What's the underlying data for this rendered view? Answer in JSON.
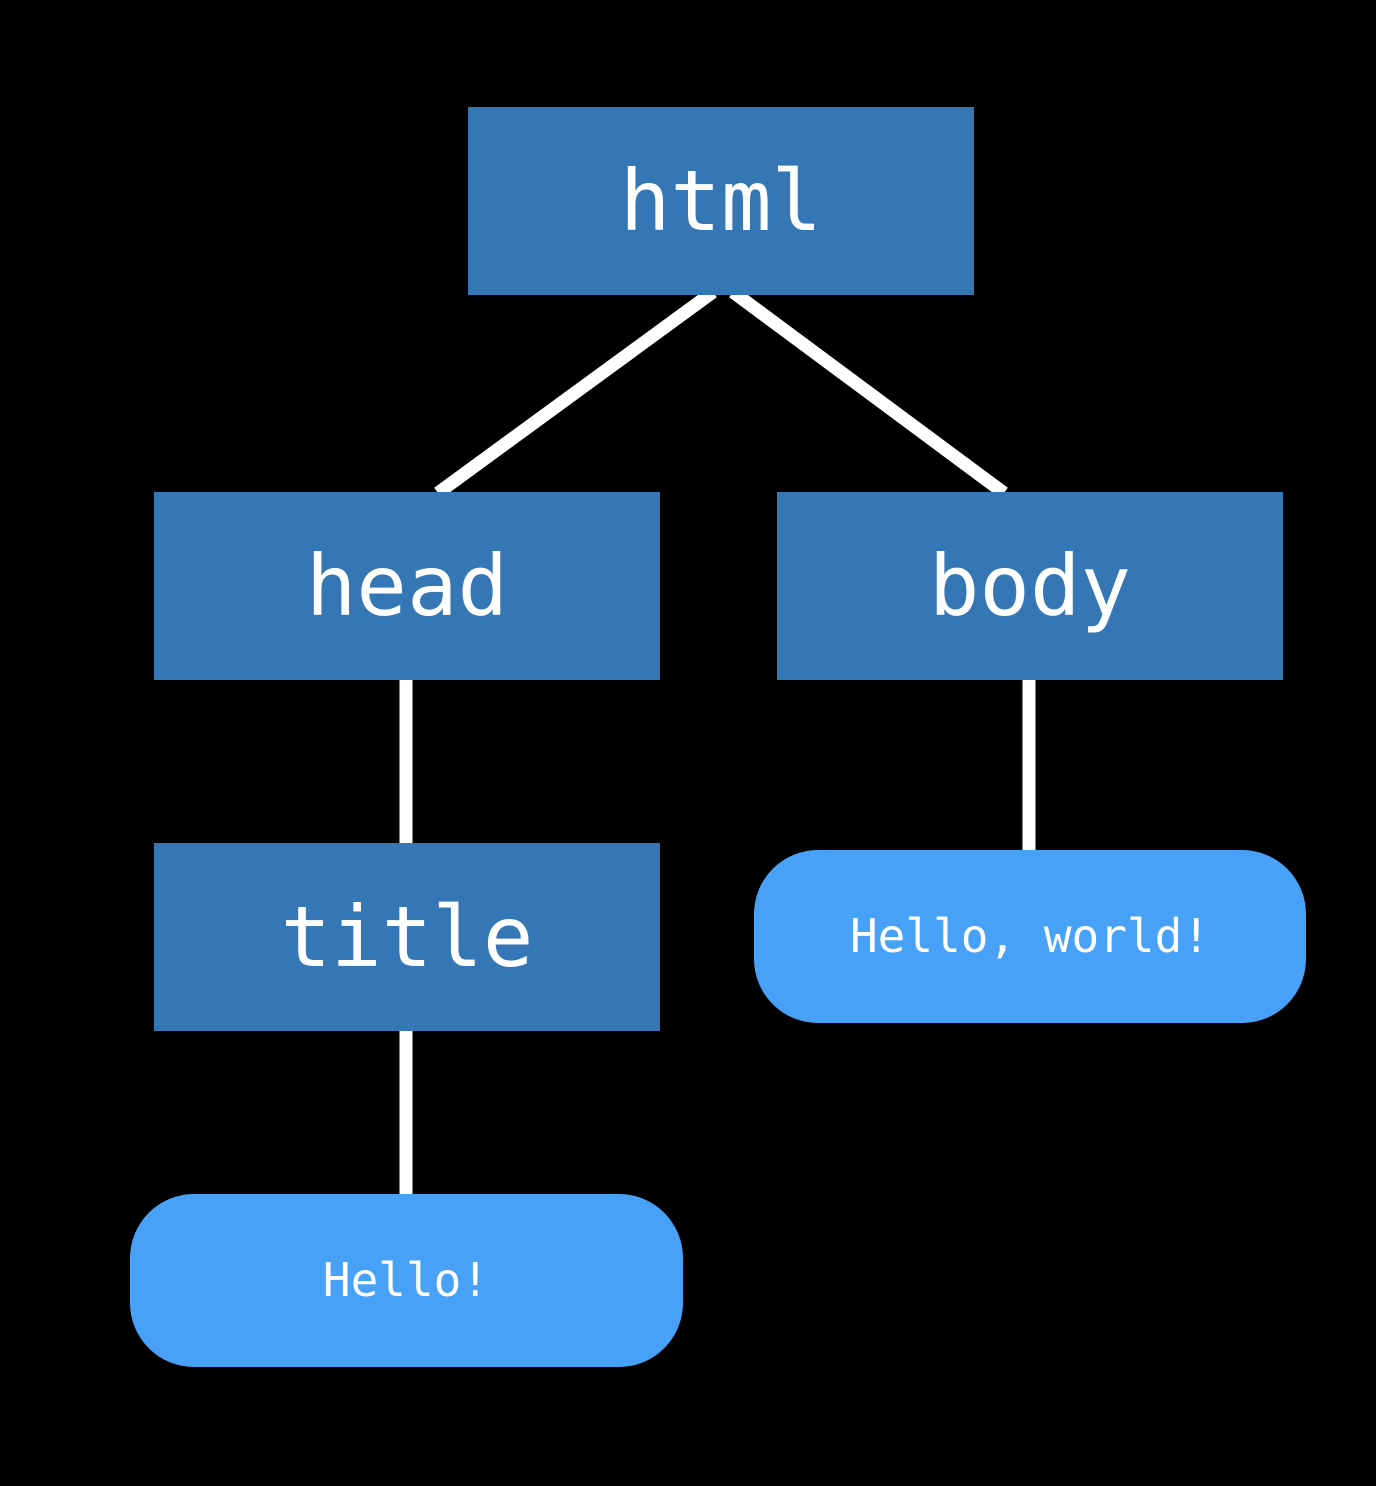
{
  "nodes": {
    "html": {
      "label": "html",
      "kind": "element"
    },
    "head": {
      "label": "head",
      "kind": "element"
    },
    "body": {
      "label": "body",
      "kind": "element"
    },
    "title": {
      "label": "title",
      "kind": "element"
    },
    "title_text": {
      "label": "Hello!",
      "kind": "text"
    },
    "body_text": {
      "label": "Hello, world!",
      "kind": "text"
    }
  },
  "edges": [
    {
      "from": "html",
      "to": "head"
    },
    {
      "from": "html",
      "to": "body"
    },
    {
      "from": "head",
      "to": "title"
    },
    {
      "from": "title",
      "to": "title_text"
    },
    {
      "from": "body",
      "to": "body_text"
    }
  ],
  "colors": {
    "background": "#000000",
    "element_node": "#3477b4",
    "text_node": "#47a2f7",
    "edge": "#ffffff",
    "label": "#ffffff"
  }
}
